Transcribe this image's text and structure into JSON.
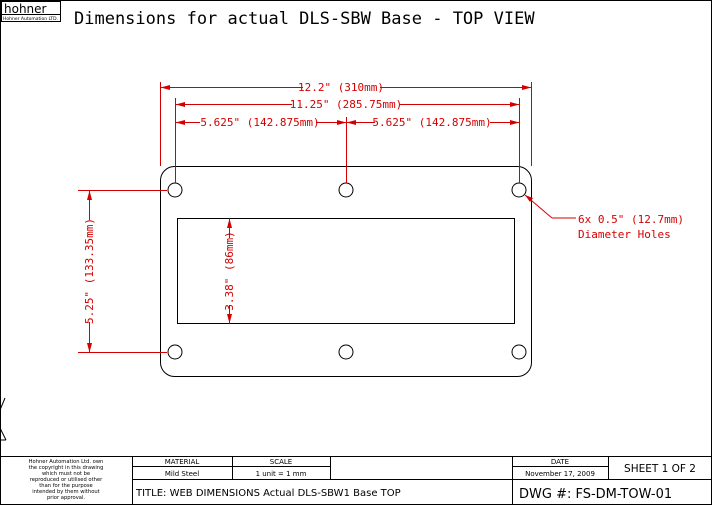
{
  "logo": {
    "name": "hohner",
    "subtitle": "Hohner Automation LTD."
  },
  "title": "Dimensions for actual DLS-SBW Base - TOP VIEW",
  "dimensions": {
    "overall_width": "12.2\" (310mm)",
    "hole_span": "11.25\" (285.75mm)",
    "left_half": "5.625\" (142.875mm)",
    "right_half": "5.625\" (142.875mm)",
    "hole_vertical": "5.25\" (133.35mm)",
    "window_height": "3.38\" (86mm)",
    "hole_note_line1": "6x 0.5\" (12.7mm)",
    "hole_note_line2": "Diameter Holes"
  },
  "titleblock": {
    "copyright": "Hohner Automation Ltd. own the copyright in this drawing which must not be reproduced or utilised other than for the purpose intended by them without prior approval.",
    "material_label": "MATERIAL",
    "material_value": "Mild Steel",
    "scale_label": "SCALE",
    "scale_value": "1 unit = 1 mm",
    "date_label": "DATE",
    "date_value": "November 17, 2009",
    "sheet": "SHEET 1 OF 2",
    "title_line": "TITLE: WEB DIMENSIONS Actual DLS-SBW1 Base TOP",
    "dwg": "DWG #: FS-DM-TOW-01"
  }
}
